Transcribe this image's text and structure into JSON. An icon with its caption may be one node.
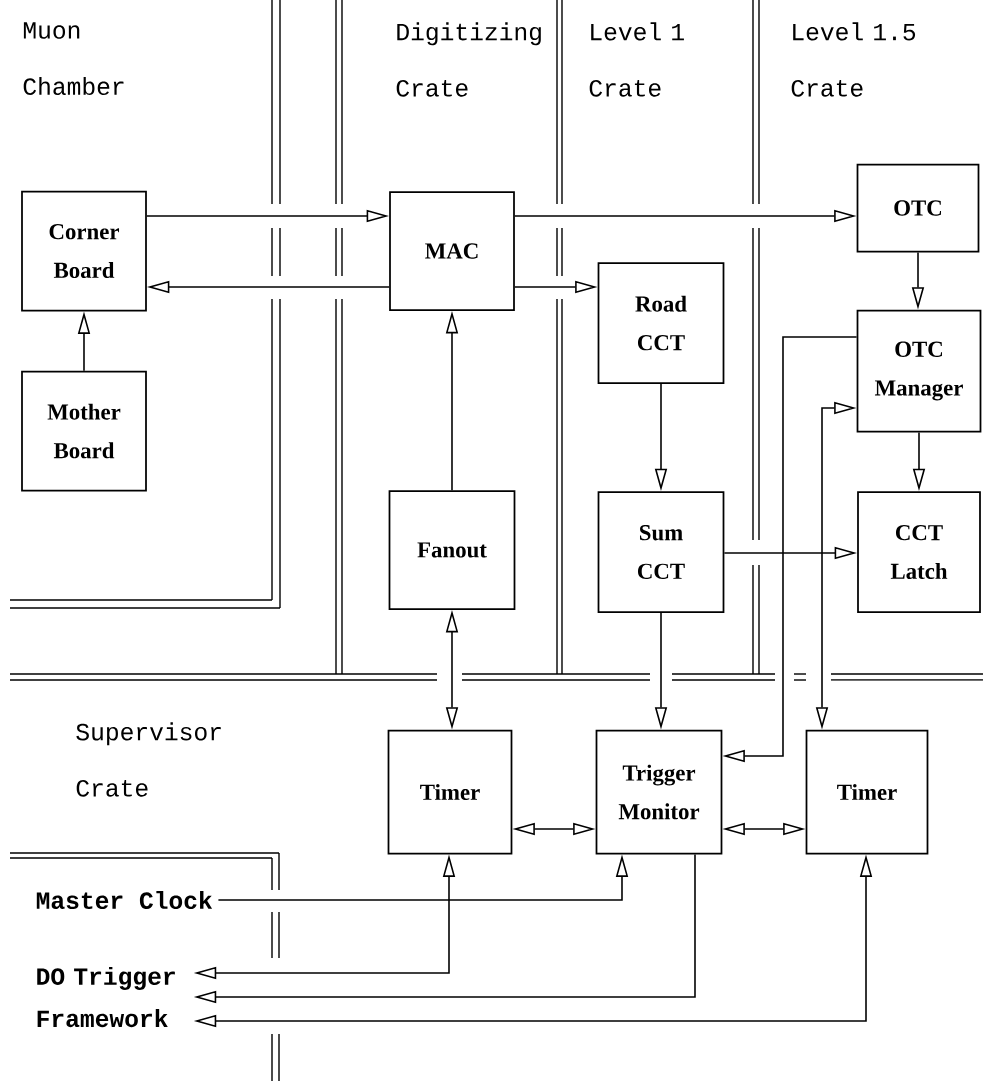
{
  "diagram": {
    "nodes": [
      {
        "text": [
          "Corner Board"
        ]
      },
      {
        "text": [
          "Mother Board"
        ]
      },
      {
        "text": [
          "MAC"
        ]
      },
      {
        "text": [
          "OTC"
        ]
      },
      {
        "text": [
          "Road CCT"
        ]
      },
      {
        "text": [
          "OTC Manager"
        ]
      },
      {
        "text": [
          "Fanout"
        ]
      },
      {
        "text": [
          "Sum CCT"
        ]
      },
      {
        "text": [
          "CCT Latch"
        ]
      },
      {
        "text": [
          "Timer"
        ]
      },
      {
        "text": [
          "Trigger Monitor"
        ]
      },
      {
        "text": [
          "Timer"
        ]
      },
      {
        "text": [
          "Master Clock"
        ]
      },
      {
        "text": [
          "DO Trigger Framework"
        ]
      }
    ],
    "edges": [
      {
        "from": 0,
        "to": 2,
        "arrow": "to"
      },
      {
        "from": 2,
        "to": 0,
        "arrow": "to"
      },
      {
        "from": 1,
        "to": 0,
        "arrow": "to"
      },
      {
        "from": 2,
        "to": 3,
        "arrow": "to"
      },
      {
        "from": 2,
        "to": 4,
        "arrow": "to"
      },
      {
        "from": 6,
        "to": 2,
        "arrow": "to"
      },
      {
        "from": 4,
        "to": 7,
        "arrow": "to"
      },
      {
        "from": 3,
        "to": 5,
        "arrow": "to"
      },
      {
        "from": 5,
        "to": 8,
        "arrow": "to"
      },
      {
        "from": 7,
        "to": 8,
        "arrow": "to"
      },
      {
        "from": 6,
        "to": 9,
        "arrow": "both"
      },
      {
        "from": 7,
        "to": 10,
        "arrow": "to"
      },
      {
        "from": 5,
        "to": 10,
        "arrow": "to"
      },
      {
        "from": 5,
        "to": 11,
        "arrow": "both"
      },
      {
        "from": 9,
        "to": 10,
        "arrow": "both"
      },
      {
        "from": 10,
        "to": 11,
        "arrow": "both"
      },
      {
        "from": 12,
        "to": 10,
        "arrow": "to"
      },
      {
        "from": 9,
        "to": 13,
        "arrow": "both"
      },
      {
        "from": 10,
        "to": 13,
        "arrow": "to"
      },
      {
        "from": 11,
        "to": 13,
        "arrow": "both"
      }
    ],
    "labels": [
      "Muon Chamber",
      "Digitizing Crate",
      "Level 1 Crate",
      "Level 1.5 Crate",
      "Supervisor Crate"
    ]
  }
}
